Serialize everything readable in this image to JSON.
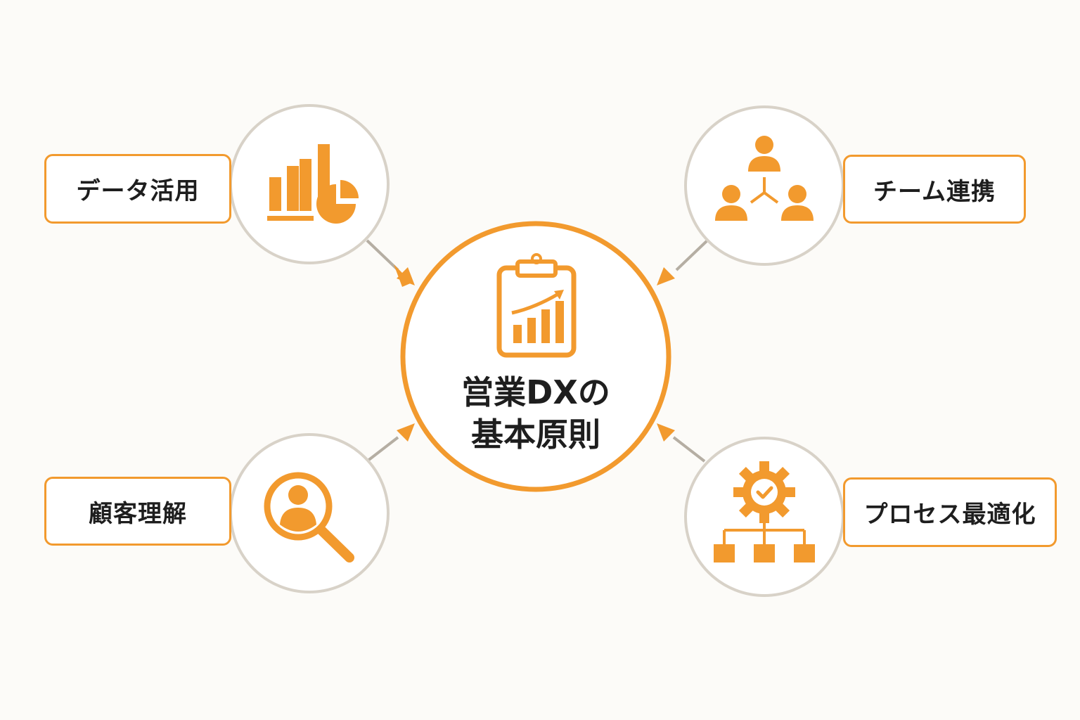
{
  "colors": {
    "accent": "#f29a2e",
    "node_ring": "#d8d2c8",
    "connector": "#b5aea3",
    "background": "#fcfbf8",
    "text": "#1e1e1e"
  },
  "center": {
    "title_line1": "営業DXの",
    "title_line2": "基本原則",
    "icon": "clipboard-growth-chart-icon"
  },
  "nodes": [
    {
      "key": "data",
      "label": "データ活用",
      "icon": "bar-pie-chart-icon"
    },
    {
      "key": "team",
      "label": "チーム連携",
      "icon": "team-network-icon"
    },
    {
      "key": "customer",
      "label": "顧客理解",
      "icon": "magnifier-person-icon"
    },
    {
      "key": "process",
      "label": "プロセス最適化",
      "icon": "gear-check-flow-icon"
    }
  ]
}
